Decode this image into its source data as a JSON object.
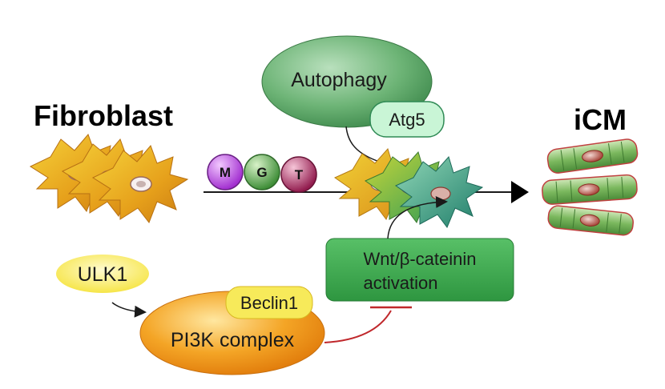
{
  "labels": {
    "fibroblast": "Fibroblast",
    "icm": "iCM",
    "autophagy": "Autophagy",
    "atg5": "Atg5",
    "ulk1": "ULK1",
    "beclin1": "Beclin1",
    "pi3k_complex": "PI3K complex",
    "wnt_line1": "Wnt/β-cateinin",
    "wnt_line2": "activation"
  },
  "factors": [
    "M",
    "G",
    "T"
  ],
  "colors": {
    "autophagy_fill": "#5fa66b",
    "atg5_fill": "#c9f5d6",
    "wnt_box_fill": "#3aa64a",
    "pi3k_fill": "#f0a018",
    "label_yellow": "#f7ea5a",
    "inhibit_line": "#c0282c",
    "factor_m": "#b23fd8",
    "factor_g": "#4f9a45",
    "factor_t": "#a02458"
  },
  "icons": {
    "fibroblast": "fibroblast-cells-icon",
    "transition": "transitioning-cells-icon",
    "cardiomyocyte": "cardiomyocyte-cells-icon"
  }
}
